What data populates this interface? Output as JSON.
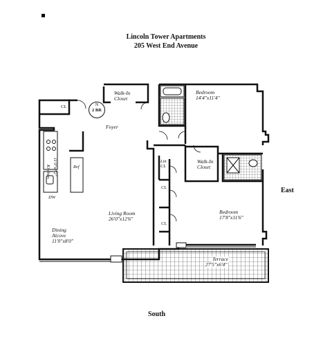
{
  "header": {
    "title": "Lincoln Tower Apartments",
    "address": "205 West End Avenue"
  },
  "compass": {
    "east": "East",
    "south": "South",
    "north_badge": "N",
    "unit_badge": "2 BR"
  },
  "rooms": {
    "walk_in_closet_top": "Walk-In\nCloset",
    "cl_top": "CL",
    "foyer": "Foyer",
    "bedroom_top_name": "Bedroom",
    "bedroom_top_dim": "14'4\"x11'4\"",
    "kitchen": "Kitchen",
    "kitchen_dim": "11'0\"x7'2\"",
    "dw": "DW",
    "ref": "Ref",
    "lin_cl": "Lin\nCL",
    "walk_in_closet_mid": "Walk-In\nCloset",
    "cl_mid_1": "CL",
    "cl_mid_2": "CL",
    "bedroom_bottom_name": "Bedroom",
    "bedroom_bottom_dim": "17'8\"x11'6\"",
    "living_room_name": "Living Room",
    "living_room_dim": "26'0\"x12'6\"",
    "dining_name": "Dining\nAlcove",
    "dining_dim": "11'0\"x8'0\"",
    "terrace_name": "Terrace",
    "terrace_dim": "27'5\"x6'4\""
  }
}
